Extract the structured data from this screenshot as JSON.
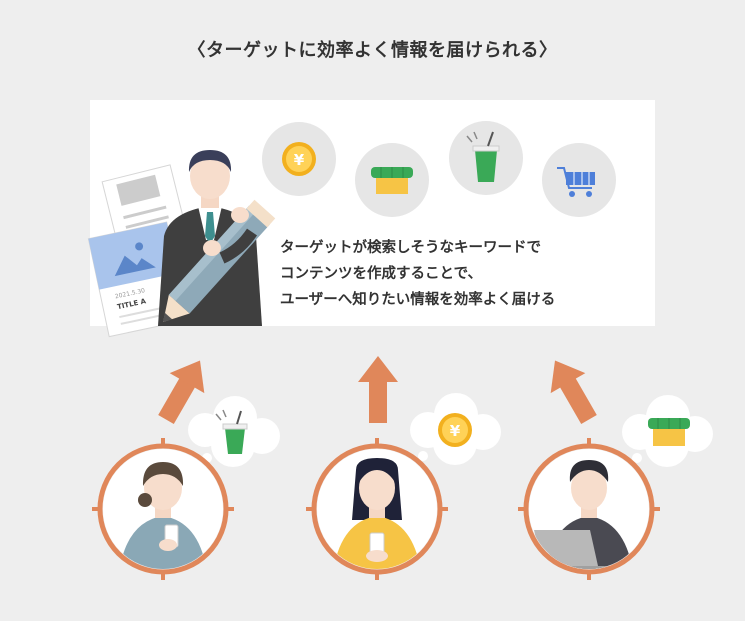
{
  "title": "〈ターゲットに効率よく情報を届けられる〉",
  "panel": {
    "lines": [
      "ターゲットが検索しそうなキーワードで",
      "コンテンツを作成することで、",
      "ユーザーへ知りたい情報を効率よく届ける"
    ]
  },
  "document_card": {
    "date": "2021.5.30",
    "title": "TITLE A"
  },
  "icons": [
    "yen-coin-icon",
    "shop-icon",
    "drink-icon",
    "shopping-cart-icon"
  ],
  "colors": {
    "background": "#eeeeee",
    "panel": "#ffffff",
    "accent_orange": "#e0875a",
    "coin_gold": "#f2b01e",
    "shop_green": "#3aa957",
    "shop_yellow": "#f6c445",
    "cart_blue": "#4e7fd9"
  }
}
